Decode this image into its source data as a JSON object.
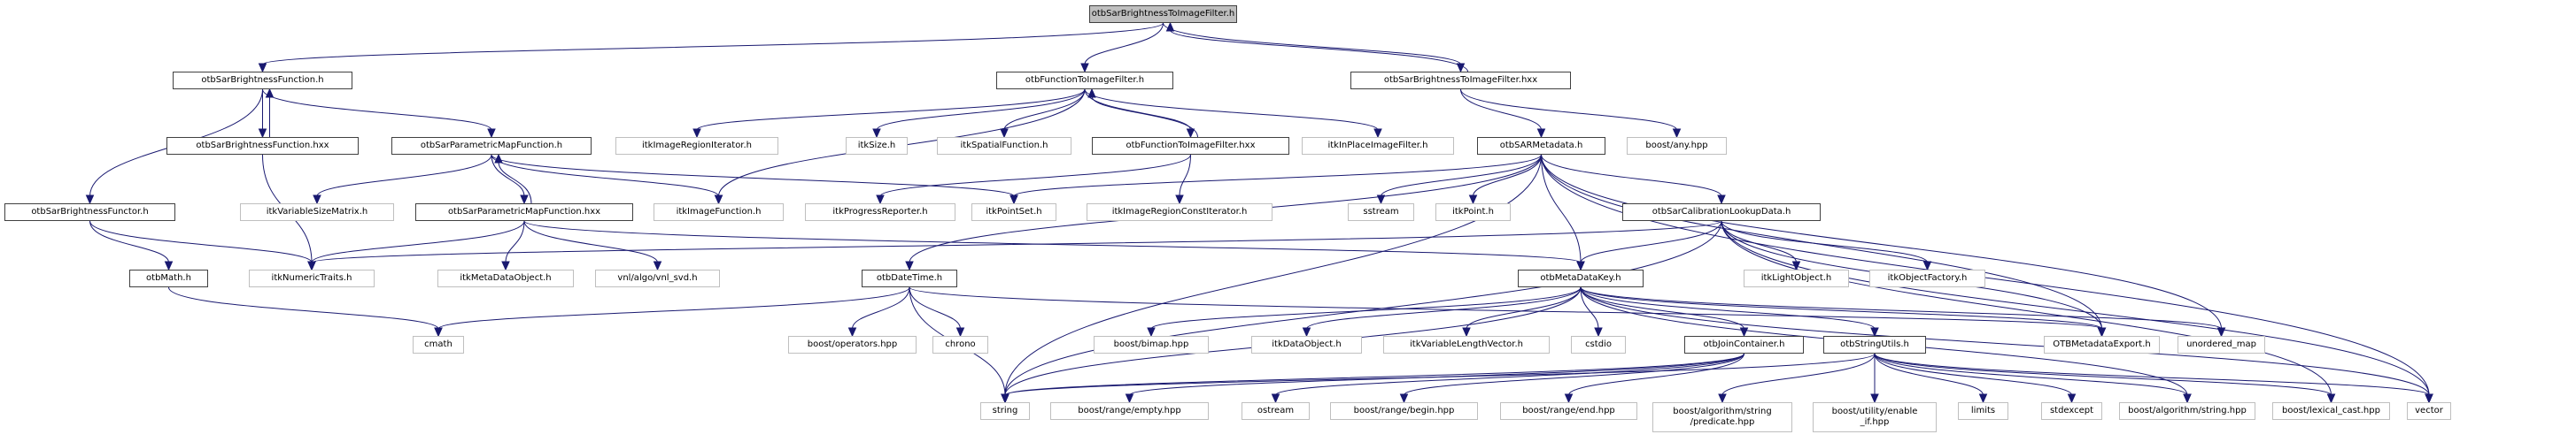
{
  "title": "otbSarBrightnessToImageFilter.h include dependency graph",
  "colors": {
    "edge": "#191970",
    "root_fill": "#bfbfbf",
    "internal_border": "#404040",
    "external_border": "#bfbfbf"
  },
  "nodes": [
    {
      "id": "root",
      "label": "otbSarBrightnessToImageFilter.h",
      "kind": "root"
    },
    {
      "id": "sbf_h",
      "label": "otbSarBrightnessFunction.h",
      "kind": "internal"
    },
    {
      "id": "fti_h",
      "label": "otbFunctionToImageFilter.h",
      "kind": "internal"
    },
    {
      "id": "sbti_hxx",
      "label": "otbSarBrightnessToImageFilter.hxx",
      "kind": "internal"
    },
    {
      "id": "sbf_hxx",
      "label": "otbSarBrightnessFunction.hxx",
      "kind": "internal"
    },
    {
      "id": "spm_h",
      "label": "otbSarParametricMapFunction.h",
      "kind": "internal"
    },
    {
      "id": "iri",
      "label": "itkImageRegionIterator.h",
      "kind": "external"
    },
    {
      "id": "isize",
      "label": "itkSize.h",
      "kind": "external"
    },
    {
      "id": "isf",
      "label": "itkSpatialFunction.h",
      "kind": "external"
    },
    {
      "id": "fti_hxx",
      "label": "otbFunctionToImageFilter.hxx",
      "kind": "internal"
    },
    {
      "id": "iipf",
      "label": "itkInPlaceImageFilter.h",
      "kind": "external"
    },
    {
      "id": "sarmd",
      "label": "otbSARMetadata.h",
      "kind": "internal"
    },
    {
      "id": "bany",
      "label": "boost/any.hpp",
      "kind": "external"
    },
    {
      "id": "sbfunctor",
      "label": "otbSarBrightnessFunctor.h",
      "kind": "internal"
    },
    {
      "id": "ivsm",
      "label": "itkVariableSizeMatrix.h",
      "kind": "external"
    },
    {
      "id": "spm_hxx",
      "label": "otbSarParametricMapFunction.hxx",
      "kind": "internal"
    },
    {
      "id": "iif",
      "label": "itkImageFunction.h",
      "kind": "external"
    },
    {
      "id": "ipr",
      "label": "itkProgressReporter.h",
      "kind": "external"
    },
    {
      "id": "ips",
      "label": "itkPointSet.h",
      "kind": "external"
    },
    {
      "id": "irci",
      "label": "itkImageRegionConstIterator.h",
      "kind": "external"
    },
    {
      "id": "sstream",
      "label": "sstream",
      "kind": "external"
    },
    {
      "id": "ipoint",
      "label": "itkPoint.h",
      "kind": "external"
    },
    {
      "id": "scld",
      "label": "otbSarCalibrationLookupData.h",
      "kind": "internal"
    },
    {
      "id": "math",
      "label": "otbMath.h",
      "kind": "internal"
    },
    {
      "id": "int",
      "label": "itkNumericTraits.h",
      "kind": "external"
    },
    {
      "id": "imdo",
      "label": "itkMetaDataObject.h",
      "kind": "external"
    },
    {
      "id": "vnl",
      "label": "vnl/algo/vnl_svd.h",
      "kind": "external"
    },
    {
      "id": "dt",
      "label": "otbDateTime.h",
      "kind": "internal"
    },
    {
      "id": "mdk",
      "label": "otbMetaDataKey.h",
      "kind": "internal"
    },
    {
      "id": "ilo",
      "label": "itkLightObject.h",
      "kind": "external"
    },
    {
      "id": "iof",
      "label": "itkObjectFactory.h",
      "kind": "external"
    },
    {
      "id": "cmath",
      "label": "cmath",
      "kind": "external"
    },
    {
      "id": "bops",
      "label": "boost/operators.hpp",
      "kind": "external"
    },
    {
      "id": "chrono",
      "label": "chrono",
      "kind": "external"
    },
    {
      "id": "bbimap",
      "label": "boost/bimap.hpp",
      "kind": "external"
    },
    {
      "id": "ido",
      "label": "itkDataObject.h",
      "kind": "external"
    },
    {
      "id": "ivlv",
      "label": "itkVariableLengthVector.h",
      "kind": "external"
    },
    {
      "id": "cstdio",
      "label": "cstdio",
      "kind": "external"
    },
    {
      "id": "jc",
      "label": "otbJoinContainer.h",
      "kind": "internal"
    },
    {
      "id": "su",
      "label": "otbStringUtils.h",
      "kind": "internal"
    },
    {
      "id": "otbmde",
      "label": "OTBMetadataExport.h",
      "kind": "external"
    },
    {
      "id": "umap",
      "label": "unordered_map",
      "kind": "external"
    },
    {
      "id": "string",
      "label": "string",
      "kind": "external"
    },
    {
      "id": "bre",
      "label": "boost/range/empty.hpp",
      "kind": "external"
    },
    {
      "id": "ostream",
      "label": "ostream",
      "kind": "external"
    },
    {
      "id": "brb",
      "label": "boost/range/begin.hpp",
      "kind": "external"
    },
    {
      "id": "bren",
      "label": "boost/range/end.hpp",
      "kind": "external"
    },
    {
      "id": "basp",
      "label": "boost/algorithm/string\n/predicate.hpp",
      "kind": "external"
    },
    {
      "id": "buei",
      "label": "boost/utility/enable\n_if.hpp",
      "kind": "external"
    },
    {
      "id": "limits",
      "label": "limits",
      "kind": "external"
    },
    {
      "id": "stdexcept",
      "label": "stdexcept",
      "kind": "external"
    },
    {
      "id": "bas",
      "label": "boost/algorithm/string.hpp",
      "kind": "external"
    },
    {
      "id": "blc",
      "label": "boost/lexical_cast.hpp",
      "kind": "external"
    },
    {
      "id": "vector",
      "label": "vector",
      "kind": "external"
    }
  ],
  "edges": [
    [
      "root",
      "sbf_h"
    ],
    [
      "root",
      "fti_h"
    ],
    [
      "root",
      "sbti_hxx"
    ],
    [
      "sbti_hxx",
      "root"
    ],
    [
      "sbf_h",
      "sbf_hxx"
    ],
    [
      "sbf_hxx",
      "sbf_h"
    ],
    [
      "sbf_h",
      "spm_h"
    ],
    [
      "sbf_h",
      "sbfunctor"
    ],
    [
      "sbf_hxx",
      "int"
    ],
    [
      "sbfunctor",
      "math"
    ],
    [
      "sbfunctor",
      "int"
    ],
    [
      "math",
      "cmath"
    ],
    [
      "spm_h",
      "ivsm"
    ],
    [
      "spm_h",
      "spm_hxx"
    ],
    [
      "spm_hxx",
      "spm_h"
    ],
    [
      "spm_h",
      "iif"
    ],
    [
      "spm_h",
      "ips"
    ],
    [
      "spm_hxx",
      "int"
    ],
    [
      "spm_hxx",
      "imdo"
    ],
    [
      "spm_hxx",
      "vnl"
    ],
    [
      "spm_hxx",
      "mdk"
    ],
    [
      "fti_h",
      "iri"
    ],
    [
      "fti_h",
      "isize"
    ],
    [
      "fti_h",
      "isf"
    ],
    [
      "fti_h",
      "fti_hxx"
    ],
    [
      "fti_hxx",
      "fti_h"
    ],
    [
      "fti_h",
      "iipf"
    ],
    [
      "fti_h",
      "iif"
    ],
    [
      "fti_hxx",
      "ipr"
    ],
    [
      "fti_hxx",
      "irci"
    ],
    [
      "sbti_hxx",
      "sarmd"
    ],
    [
      "sbti_hxx",
      "bany"
    ],
    [
      "sarmd",
      "ips"
    ],
    [
      "sarmd",
      "sstream"
    ],
    [
      "sarmd",
      "ipoint"
    ],
    [
      "sarmd",
      "scld"
    ],
    [
      "sarmd",
      "dt"
    ],
    [
      "sarmd",
      "mdk"
    ],
    [
      "sarmd",
      "string"
    ],
    [
      "sarmd",
      "otbmde"
    ],
    [
      "sarmd",
      "umap"
    ],
    [
      "sarmd",
      "vector"
    ],
    [
      "scld",
      "int"
    ],
    [
      "scld",
      "mdk"
    ],
    [
      "scld",
      "ilo"
    ],
    [
      "scld",
      "iof"
    ],
    [
      "scld",
      "string"
    ],
    [
      "scld",
      "otbmde"
    ],
    [
      "scld",
      "blc"
    ],
    [
      "scld",
      "vector"
    ],
    [
      "dt",
      "cmath"
    ],
    [
      "dt",
      "bops"
    ],
    [
      "dt",
      "chrono"
    ],
    [
      "dt",
      "string"
    ],
    [
      "dt",
      "otbmde"
    ],
    [
      "mdk",
      "string"
    ],
    [
      "mdk",
      "bbimap"
    ],
    [
      "mdk",
      "ido"
    ],
    [
      "mdk",
      "ivlv"
    ],
    [
      "mdk",
      "cstdio"
    ],
    [
      "mdk",
      "jc"
    ],
    [
      "mdk",
      "su"
    ],
    [
      "mdk",
      "otbmde"
    ],
    [
      "mdk",
      "umap"
    ],
    [
      "mdk",
      "vector"
    ],
    [
      "mdk",
      "bas"
    ],
    [
      "jc",
      "string"
    ],
    [
      "jc",
      "bre"
    ],
    [
      "jc",
      "ostream"
    ],
    [
      "jc",
      "brb"
    ],
    [
      "jc",
      "bren"
    ],
    [
      "su",
      "string"
    ],
    [
      "su",
      "basp"
    ],
    [
      "su",
      "buei"
    ],
    [
      "su",
      "limits"
    ],
    [
      "su",
      "stdexcept"
    ],
    [
      "su",
      "bas"
    ],
    [
      "su",
      "blc"
    ],
    [
      "su",
      "vector"
    ]
  ]
}
